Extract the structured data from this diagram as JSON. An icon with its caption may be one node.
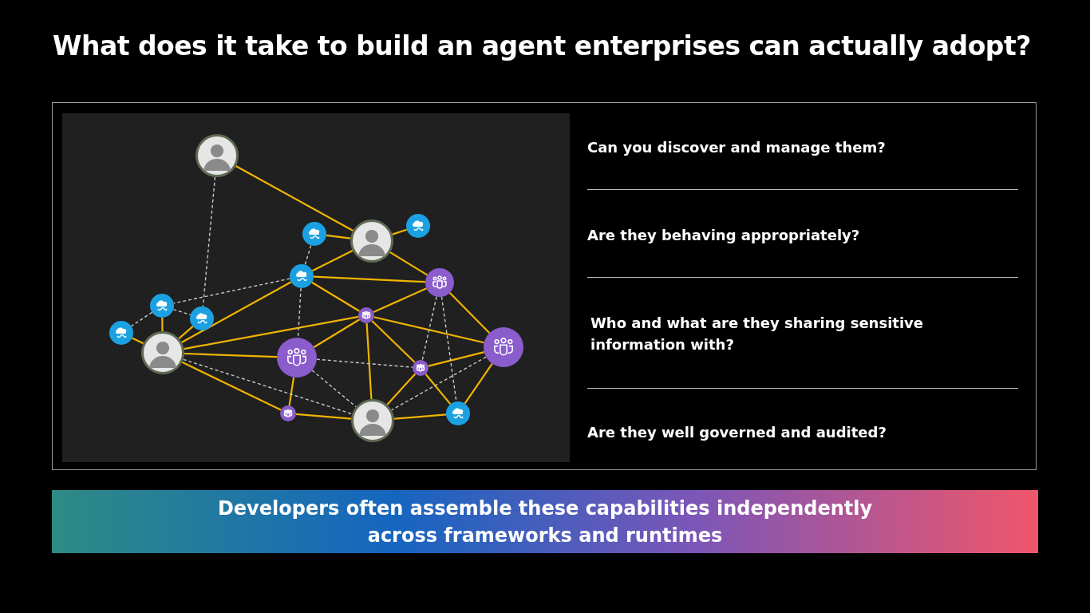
{
  "diagram": {
    "title": "What does it take to build an agent enterprises can actually adopt?",
    "nodes": [
      {
        "text": [],
        "shape": "person"
      },
      {
        "text": [],
        "shape": "person"
      },
      {
        "text": [],
        "shape": "circle"
      },
      {
        "text": [],
        "shape": "circle"
      },
      {
        "text": [],
        "shape": "circle"
      },
      {
        "text": [],
        "shape": "circle"
      },
      {
        "text": [],
        "shape": "circle"
      },
      {
        "text": [],
        "shape": "circle"
      },
      {
        "text": [],
        "shape": "circle"
      },
      {
        "text": [],
        "shape": "person"
      },
      {
        "text": [],
        "shape": "circle"
      },
      {
        "text": [],
        "shape": "circle"
      },
      {
        "text": [],
        "shape": "circle"
      },
      {
        "text": [],
        "shape": "circle"
      },
      {
        "text": [],
        "shape": "circle"
      },
      {
        "text": [],
        "shape": "person"
      },
      {
        "text": [],
        "shape": "circle"
      },
      {
        "text": [
          "Developers often assemble these capabilities independently across frameworks and runtimes"
        ]
      }
    ],
    "edges": [
      {
        "from": 0,
        "to": 1,
        "arrow": "none"
      },
      {
        "from": 2,
        "to": 1,
        "arrow": "none"
      },
      {
        "from": 3,
        "to": 1,
        "arrow": "none"
      },
      {
        "from": 4,
        "to": 1,
        "arrow": "none"
      },
      {
        "from": 4,
        "to": 5,
        "arrow": "none"
      },
      {
        "from": 4,
        "to": 10,
        "arrow": "none"
      },
      {
        "from": 9,
        "to": 4,
        "arrow": "none"
      },
      {
        "from": 1,
        "to": 5,
        "arrow": "none"
      },
      {
        "from": 6,
        "to": 9,
        "arrow": "none"
      },
      {
        "from": 8,
        "to": 9,
        "arrow": "none"
      },
      {
        "from": 7,
        "to": 9,
        "arrow": "none"
      },
      {
        "from": 9,
        "to": 10,
        "arrow": "none"
      },
      {
        "from": 9,
        "to": 11,
        "arrow": "none"
      },
      {
        "from": 9,
        "to": 14,
        "arrow": "none"
      },
      {
        "from": 10,
        "to": 5,
        "arrow": "none"
      },
      {
        "from": 10,
        "to": 11,
        "arrow": "none"
      },
      {
        "from": 10,
        "to": 15,
        "arrow": "none"
      },
      {
        "from": 10,
        "to": 13,
        "arrow": "none"
      },
      {
        "from": 10,
        "to": 12,
        "arrow": "none"
      },
      {
        "from": 5,
        "to": 12,
        "arrow": "none"
      },
      {
        "from": 13,
        "to": 12,
        "arrow": "none"
      },
      {
        "from": 13,
        "to": 15,
        "arrow": "none"
      },
      {
        "from": 13,
        "to": 16,
        "arrow": "none"
      },
      {
        "from": 12,
        "to": 16,
        "arrow": "none"
      },
      {
        "from": 11,
        "to": 14,
        "arrow": "none"
      },
      {
        "from": 14,
        "to": 15,
        "arrow": "none"
      },
      {
        "from": 15,
        "to": 16,
        "arrow": "none"
      },
      {
        "from": 0,
        "to": 7,
        "arrow": "none",
        "style": "dashed",
        "color": "#c8c8c8"
      },
      {
        "from": 2,
        "to": 4,
        "arrow": "none",
        "style": "dashed",
        "color": "#c8c8c8"
      },
      {
        "from": 4,
        "to": 6,
        "arrow": "none",
        "style": "dashed",
        "color": "#c8c8c8"
      },
      {
        "from": 4,
        "to": 11,
        "arrow": "none",
        "style": "dashed",
        "color": "#c8c8c8"
      },
      {
        "from": 6,
        "to": 7,
        "arrow": "none",
        "style": "dashed",
        "color": "#c8c8c8"
      },
      {
        "from": 6,
        "to": 8,
        "arrow": "none",
        "style": "dashed",
        "color": "#c8c8c8"
      },
      {
        "from": 9,
        "to": 15,
        "arrow": "none",
        "style": "dashed",
        "color": "#c8c8c8"
      },
      {
        "from": 11,
        "to": 13,
        "arrow": "none",
        "style": "dashed",
        "color": "#c8c8c8"
      },
      {
        "from": 5,
        "to": 13,
        "arrow": "none",
        "style": "dashed",
        "color": "#c8c8c8"
      },
      {
        "from": 5,
        "to": 16,
        "arrow": "none",
        "style": "dashed",
        "color": "#c8c8c8"
      },
      {
        "from": 12,
        "to": 15,
        "arrow": "none",
        "style": "dashed",
        "color": "#c8c8c8"
      },
      {
        "from": 11,
        "to": 15,
        "arrow": "none",
        "style": "dashed",
        "color": "#c8c8c8"
      }
    ],
    "labels": [
      "Can you discover and manage them?",
      "Are they behaving appropriately?",
      "Who and what are they sharing sensitive information with?",
      "Are they well governed and audited?"
    ]
  }
}
